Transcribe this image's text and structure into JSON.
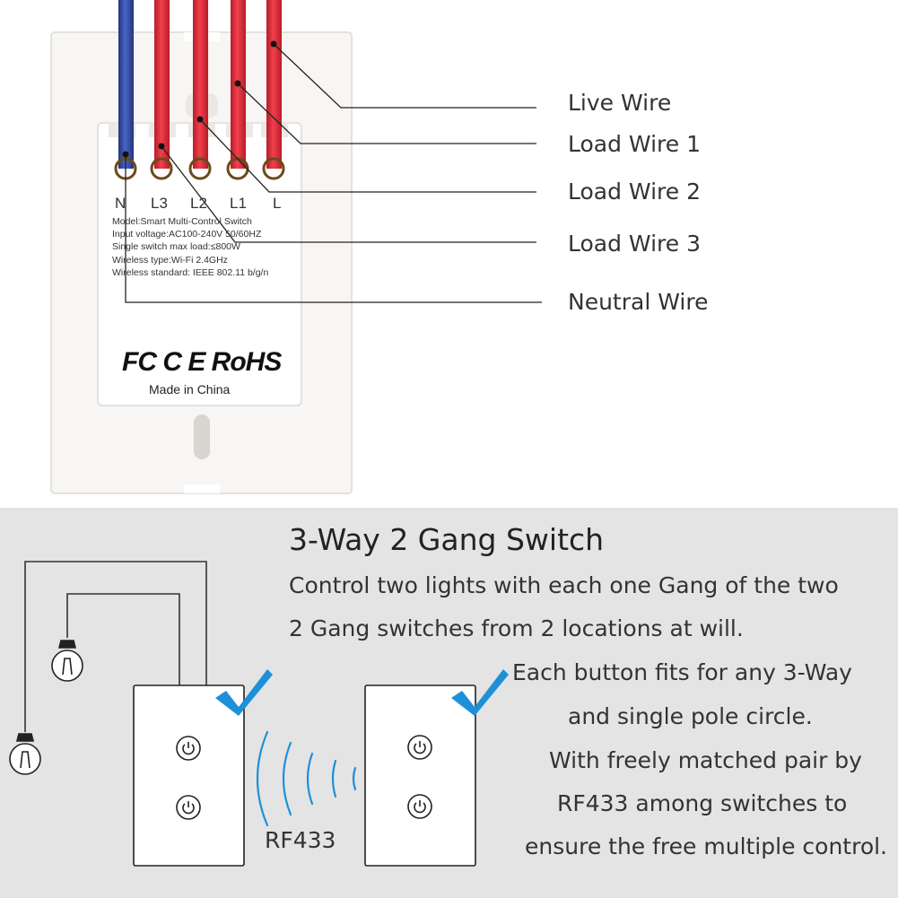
{
  "wire_labels": {
    "live": "Live Wire",
    "load1": "Load Wire 1",
    "load2": "Load Wire 2",
    "load3": "Load Wire 3",
    "neutral": "Neutral Wire"
  },
  "terminals": [
    "N",
    "L3",
    "L2",
    "L1",
    "L"
  ],
  "specs": {
    "model": "Model:Smart Multi-Control Switch",
    "voltage": "Input voltage:AC100-240V 50/60HZ",
    "load": "Single switch max load:≤800W",
    "wireless_type": "Wireless type:Wi-Fi 2.4GHz",
    "wireless_standard": "Wireless standard: IEEE 802.11 b/g/n"
  },
  "cert": {
    "logos": "FC C E RoHS",
    "origin": "Made in China"
  },
  "section": {
    "title": "3-Way 2 Gang Switch",
    "line1": "Control two lights with each one Gang of the two",
    "line2": "2 Gang switches from 2 locations at will.",
    "p1": "Each button fits for any 3-Way",
    "p2": "and single pole circle.",
    "p3": "With freely matched pair by",
    "p4": "RF433 among switches to",
    "p5": "ensure the free multiple control.",
    "rf_label": "RF433"
  },
  "colors": {
    "live_wire": "#e0303c",
    "neutral_wire": "#3550b0",
    "checkmark": "#1e90d8",
    "bottom_bg": "#e4e4e4"
  }
}
